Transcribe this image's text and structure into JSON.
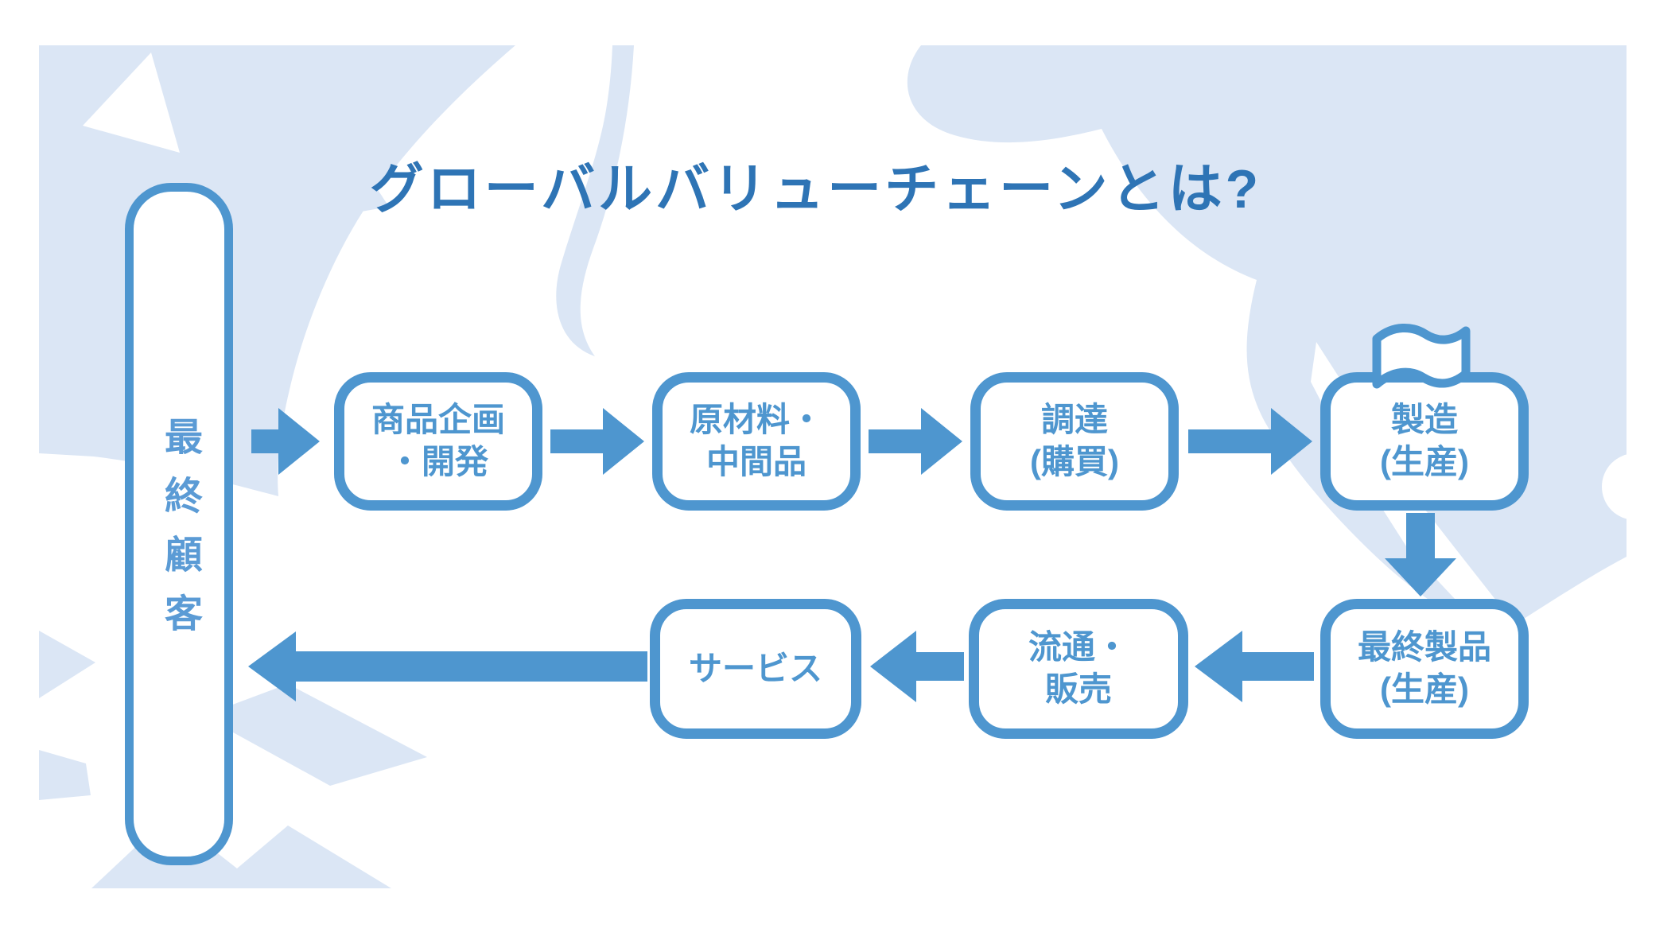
{
  "title": {
    "text": "グローバルバリューチェーンとは?"
  },
  "colors": {
    "accent": "#4e96cf",
    "title_text": "#2e74b5",
    "customer_text": "#5b9bd5",
    "map_shape": "#dbe6f5",
    "box_background": "#ffffff"
  },
  "customer": {
    "label": "最終顧客"
  },
  "nodes": {
    "top": [
      {
        "id": "planning",
        "lines": [
          "商品企画",
          "・開発"
        ]
      },
      {
        "id": "materials",
        "lines": [
          "原材料・",
          "中間品"
        ]
      },
      {
        "id": "procurement",
        "lines": [
          "調達",
          "(購買)"
        ]
      },
      {
        "id": "manufacturing",
        "lines": [
          "製造",
          "(生産)"
        ],
        "icon": "flag-icon"
      }
    ],
    "bottom": [
      {
        "id": "final-product",
        "lines": [
          "最終製品",
          "(生産)"
        ]
      },
      {
        "id": "distribution",
        "lines": [
          "流通・",
          "販売"
        ]
      },
      {
        "id": "service",
        "lines": [
          "サービス"
        ]
      }
    ]
  },
  "flow_arrows": [
    {
      "from": "customer",
      "to": "planning",
      "direction": "right"
    },
    {
      "from": "planning",
      "to": "materials",
      "direction": "right"
    },
    {
      "from": "materials",
      "to": "procurement",
      "direction": "right"
    },
    {
      "from": "procurement",
      "to": "manufacturing",
      "direction": "right"
    },
    {
      "from": "manufacturing",
      "to": "final-product",
      "direction": "down"
    },
    {
      "from": "final-product",
      "to": "distribution",
      "direction": "left"
    },
    {
      "from": "distribution",
      "to": "service",
      "direction": "left"
    },
    {
      "from": "service",
      "to": "customer",
      "direction": "left"
    }
  ]
}
